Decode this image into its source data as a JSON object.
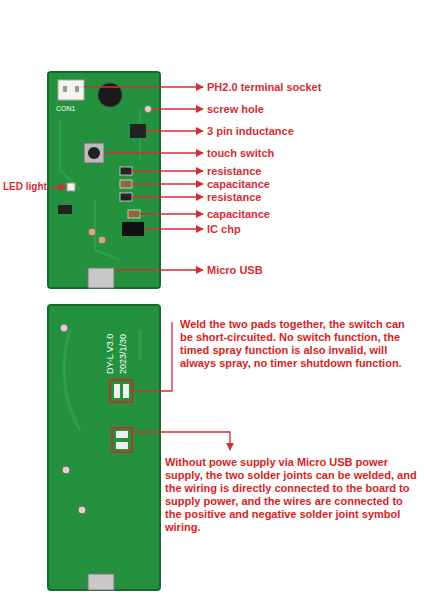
{
  "diagram": {
    "labels": [
      "PH2.0 terminal socket",
      "screw hole",
      "3 pin inductance",
      "touch switch",
      "resistance",
      "capacitance",
      "resistance",
      "LED light",
      "capacitance",
      "IC chp",
      "Micro USB",
      "Weld the two pads together, the switch can be short-circuited. No switch function, the timed spray function is also invalid, will always spray, no timer shutdown function.",
      "Without powe supply via Micro USB power supply, the two solder joints can be welded, and the wiring is directly connected to the board to supply power, and the wires are connected to the positive and negative solder joint symbol wiring.",
      "CON1",
      "DY-L V3.0",
      "2023/1/30"
    ]
  }
}
